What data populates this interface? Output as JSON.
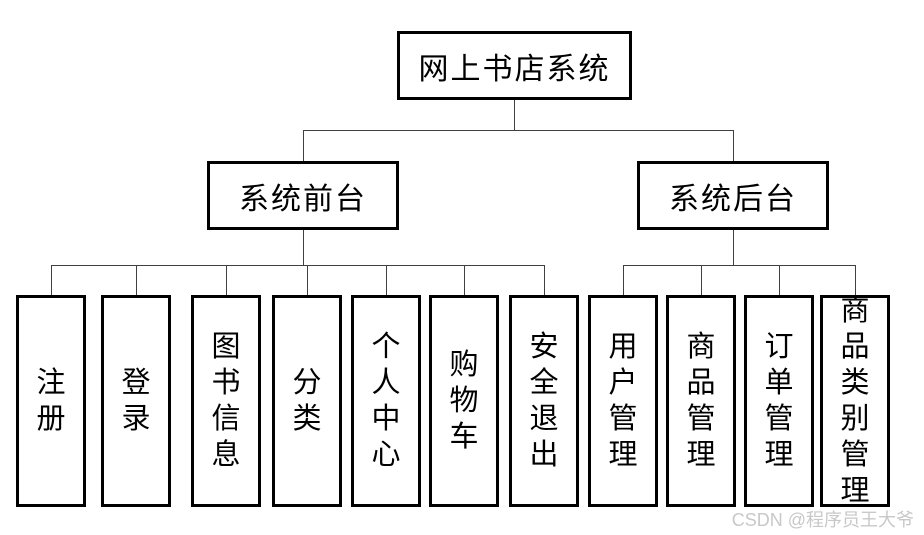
{
  "diagram": {
    "root": {
      "label": "网上书店系统"
    },
    "branches": [
      {
        "label": "系统前台",
        "children": [
          {
            "label": "注册"
          },
          {
            "label": "登录"
          },
          {
            "label": "图书信息"
          },
          {
            "label": "分类"
          },
          {
            "label": "个人中心"
          },
          {
            "label": "购物车"
          },
          {
            "label": "安全退出"
          }
        ]
      },
      {
        "label": "系统后台",
        "children": [
          {
            "label": "用户管理"
          },
          {
            "label": "商品管理"
          },
          {
            "label": "订单管理"
          },
          {
            "label": "商品类别管理"
          }
        ]
      }
    ]
  },
  "watermark": {
    "text": "CSDN @程序员王大爷"
  },
  "colors": {
    "background": "#ffffff",
    "box_border": "#000000",
    "box_fill": "#ffffff",
    "text": "#000000",
    "connector": "#404040",
    "watermark": "#c8c8c8"
  }
}
